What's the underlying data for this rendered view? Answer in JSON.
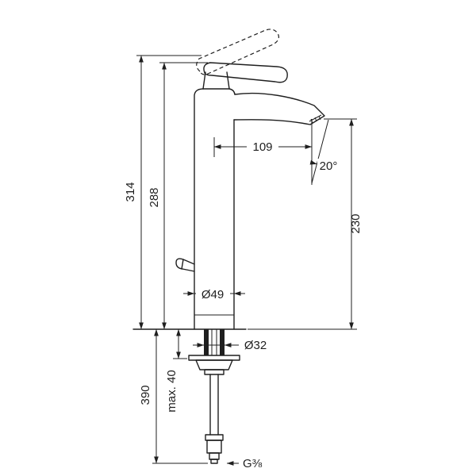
{
  "drawing": {
    "labels": {
      "total_height": "314",
      "height_to_handle": "288",
      "spout_reach": "109",
      "spout_angle": "20°",
      "spout_height": "230",
      "body_diameter": "Ø49",
      "shank_diameter": "Ø32",
      "below_counter_length": "390",
      "max_deck_thickness": "max. 40",
      "connection_thread": "G⅜"
    },
    "colors": {
      "line": "#1f1f1f",
      "background": "#ffffff"
    }
  }
}
